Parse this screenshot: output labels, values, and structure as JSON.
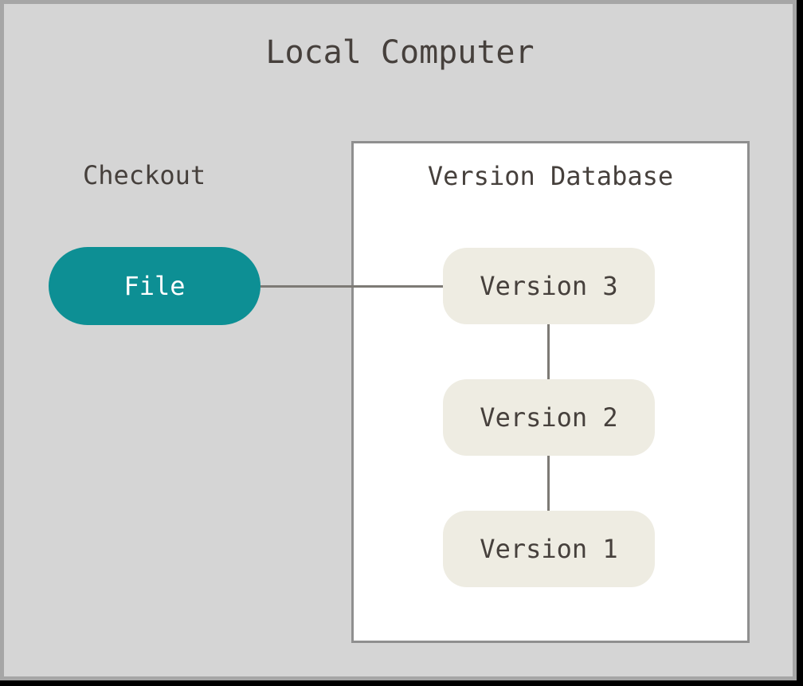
{
  "diagram": {
    "type": "version-control-architecture",
    "title": "Local Computer",
    "background_color": "#d5d5d5",
    "frame_border_color": "#a6a6a6",
    "text_color": "#46403c",
    "connector_color": "#7d7a75"
  },
  "checkout": {
    "label": "Checkout",
    "node": {
      "label": "File",
      "fill_color": "#0d8f94",
      "text_color": "#ffffff"
    }
  },
  "version_database": {
    "title": "Version Database",
    "fill_color": "#ffffff",
    "border_color": "#8f8f8f",
    "nodes": [
      {
        "label": "Version 3",
        "fill_color": "#eeece2",
        "text_color": "#46403c"
      },
      {
        "label": "Version 2",
        "fill_color": "#eeece2",
        "text_color": "#46403c"
      },
      {
        "label": "Version 1",
        "fill_color": "#eeece2",
        "text_color": "#46403c"
      }
    ]
  },
  "connections": [
    {
      "from": "File",
      "to": "Version 3",
      "orientation": "horizontal"
    },
    {
      "from": "Version 3",
      "to": "Version 2",
      "orientation": "vertical"
    },
    {
      "from": "Version 2",
      "to": "Version 1",
      "orientation": "vertical"
    }
  ]
}
